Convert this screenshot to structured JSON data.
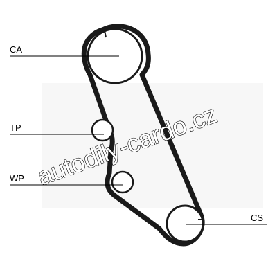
{
  "diagram": {
    "labels": {
      "ca": "CA",
      "tp": "TP",
      "wp": "WP",
      "cs": "CS"
    },
    "watermark": "autodily-cardo.cz",
    "colors": {
      "belt": "#1a1a1a",
      "leader": "#000000",
      "background": "#ffffff"
    }
  }
}
